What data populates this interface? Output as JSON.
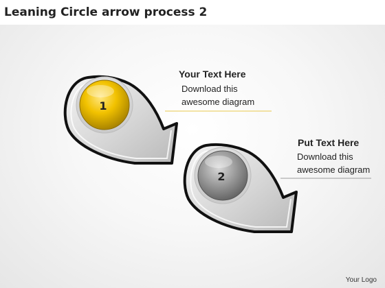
{
  "title": "Leaning Circle arrow process 2",
  "steps": [
    {
      "number": "1",
      "heading": "Your Text Here",
      "desc_line1": "Download this",
      "desc_line2": "awesome diagram",
      "accent": "#f2c200"
    },
    {
      "number": "2",
      "heading": "Put Text Here",
      "desc_line1": "Download this",
      "desc_line2": "awesome diagram",
      "accent": "#8a8a8a"
    }
  ],
  "footer": {
    "logo": "Your Logo"
  },
  "colors": {
    "arrow_fill": "#d9d9d9",
    "arrow_edge": "#111111",
    "leader_1": "#e8c84a",
    "leader_2": "#9a9a9a"
  }
}
